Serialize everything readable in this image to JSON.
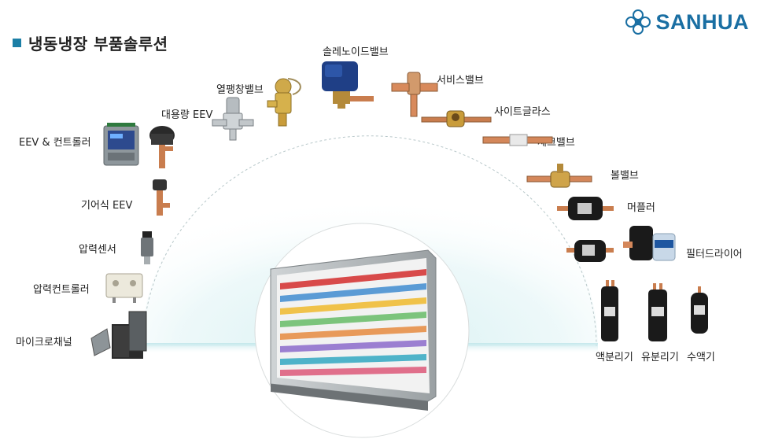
{
  "header": {
    "title": "냉동냉장 부품솔루션",
    "logo_text": "SANHUA"
  },
  "colors": {
    "accent": "#1c7fa6",
    "logo": "#1a6fa3",
    "glow": "#bfe6ea"
  },
  "products": [
    {
      "id": "eev-controller",
      "label": "EEV & 컨트롤러"
    },
    {
      "id": "capacity-eev",
      "label": "대용량 EEV"
    },
    {
      "id": "expansion-valve",
      "label": "열팽창밸브"
    },
    {
      "id": "solenoid-valve",
      "label": "솔레노이드밸브"
    },
    {
      "id": "service-valve",
      "label": "서비스밸브"
    },
    {
      "id": "sight-glass",
      "label": "사이트글라스"
    },
    {
      "id": "check-valve",
      "label": "체크밸브"
    },
    {
      "id": "ball-valve",
      "label": "볼밸브"
    },
    {
      "id": "muffler",
      "label": "머플러"
    },
    {
      "id": "filter-drier",
      "label": "필터드라이어"
    },
    {
      "id": "gas-eev",
      "label": "기어식 EEV"
    },
    {
      "id": "pressure-sensor",
      "label": "압력센서"
    },
    {
      "id": "pressure-controller",
      "label": "압력컨트롤러"
    },
    {
      "id": "microchannel",
      "label": "마이크로채널"
    },
    {
      "id": "accumulator",
      "label": "액분리기"
    },
    {
      "id": "oil-separator",
      "label": "유분리기"
    },
    {
      "id": "receiver",
      "label": "수액기"
    }
  ]
}
